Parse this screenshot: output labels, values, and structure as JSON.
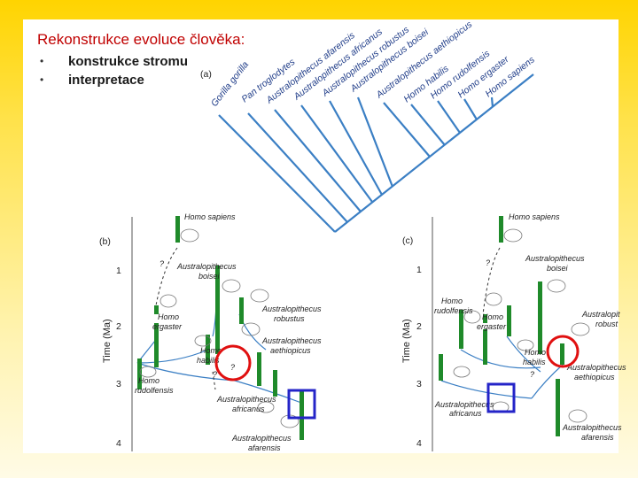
{
  "slide": {
    "title": "Rekonstrukce evoluce člověka:",
    "bullets": [
      "konstrukce stromu",
      "interpretace"
    ]
  },
  "colors": {
    "accent_red": "#c00000",
    "tree_blue": "#3b7fc4",
    "lineage_green": "#1f8a2a",
    "highlight_circle": "#e01010",
    "highlight_square": "#2424c8"
  },
  "diagram_a": {
    "label": "(a)",
    "taxa": [
      "Gorilla gorilla",
      "Pan troglodytes",
      "Australopithecus afarensis",
      "Australopithecus africanus",
      "Australopithecus robustus",
      "Australopithecus boisei",
      "Australopithecus aethiopicus",
      "Homo habilis",
      "Homo rudolfensis",
      "Homo ergaster",
      "Homo sapiens"
    ]
  },
  "diagram_b": {
    "label": "(b)",
    "axis_label": "Time (Ma)",
    "ticks": [
      "1",
      "2",
      "3",
      "4"
    ],
    "species": [
      {
        "line1": "Homo sapiens",
        "line2": ""
      },
      {
        "line1": "Australopithecus",
        "line2": "boisei"
      },
      {
        "line1": "Homo",
        "line2": "ergaster"
      },
      {
        "line1": "Australopithecus",
        "line2": "robustus"
      },
      {
        "line1": "Australopithecus",
        "line2": "aethiopicus"
      },
      {
        "line1": "Homo",
        "line2": "habilis"
      },
      {
        "line1": "Homo",
        "line2": "rudolfensis"
      },
      {
        "line1": "Australopithecus",
        "line2": "africanus"
      },
      {
        "line1": "Australopithecus",
        "line2": "afarensis"
      }
    ],
    "question_marks": [
      "?",
      "?",
      "?"
    ]
  },
  "diagram_c": {
    "label": "(c)",
    "axis_label": "Time (Ma)",
    "ticks": [
      "1",
      "2",
      "3",
      "4"
    ],
    "species": [
      {
        "line1": "Homo sapiens",
        "line2": ""
      },
      {
        "line1": "Australopithecus",
        "line2": "boisei"
      },
      {
        "line1": "Homo",
        "line2": "rudolfensis"
      },
      {
        "line1": "Homo",
        "line2": "ergaster"
      },
      {
        "line1": "Australopit",
        "line2": "robust"
      },
      {
        "line1": "Homo",
        "line2": "habilis"
      },
      {
        "line1": "Australopithecus",
        "line2": "aethiopicus"
      },
      {
        "line1": "Australopithecus",
        "line2": "africanus"
      },
      {
        "line1": "Australopithecus",
        "line2": "afarensis"
      }
    ],
    "question_marks": [
      "?",
      "?"
    ]
  }
}
